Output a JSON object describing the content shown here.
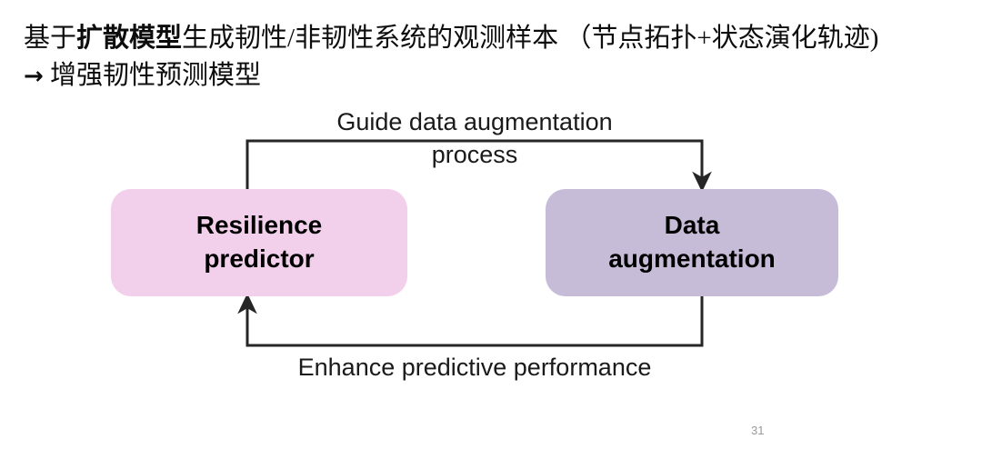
{
  "slide": {
    "title": {
      "line1_prefix": "基于",
      "line1_bold": "扩散模型",
      "line1_suffix": "生成韧性/非韧性系统的观测样本 （节点拓扑+状态演化轨迹)",
      "line2_arrow": "→",
      "line2_text": " 增强韧性预测模型"
    },
    "page_number": "31"
  },
  "diagram": {
    "nodes": [
      {
        "id": "resilience-predictor",
        "label": "Resilience\npredictor",
        "color": "#f2cfeb"
      },
      {
        "id": "data-augmentation",
        "label": "Data\naugmentation",
        "color": "#c7bcd8"
      }
    ],
    "edges": [
      {
        "id": "guide",
        "label": "Guide data augmentation\nprocess",
        "from": "resilience-predictor",
        "to": "data-augmentation",
        "direction": "top",
        "stroke": "#262626"
      },
      {
        "id": "enhance",
        "label": "Enhance predictive performance",
        "from": "data-augmentation",
        "to": "resilience-predictor",
        "direction": "bottom",
        "stroke": "#262626"
      }
    ]
  }
}
